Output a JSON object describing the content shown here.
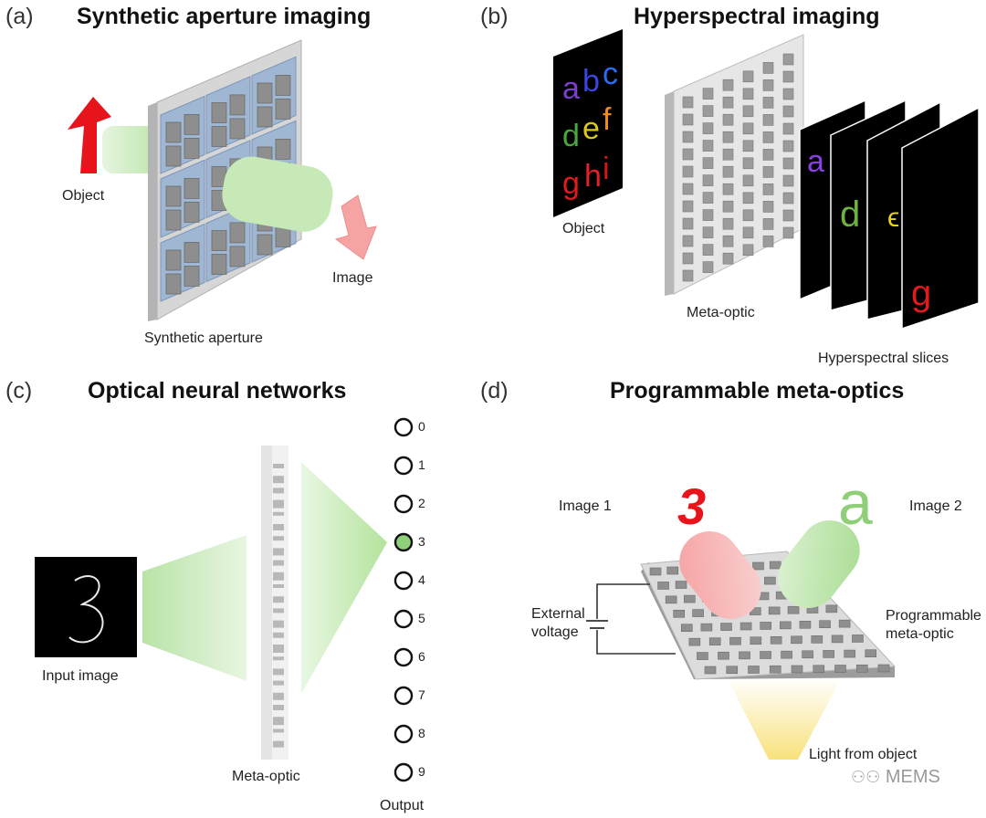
{
  "panels": {
    "a": {
      "tag": "(a)",
      "title": "Synthetic aperture imaging",
      "object_label": "Object",
      "image_label": "Image",
      "aperture_label": "Synthetic aperture"
    },
    "b": {
      "tag": "(b)",
      "title": "Hyperspectral imaging",
      "object_label": "Object",
      "metaoptic_label": "Meta-optic",
      "slices_label": "Hyperspectral slices",
      "letters": [
        {
          "ch": "a",
          "color": "#7b3fd0"
        },
        {
          "ch": "b",
          "color": "#3a46e0"
        },
        {
          "ch": "c",
          "color": "#2a6cf0"
        },
        {
          "ch": "d",
          "color": "#49a83d"
        },
        {
          "ch": "e",
          "color": "#d8c81e"
        },
        {
          "ch": "f",
          "color": "#f08a1a"
        },
        {
          "ch": "g",
          "color": "#e01b1b"
        },
        {
          "ch": "h",
          "color": "#e3202c"
        },
        {
          "ch": "i",
          "color": "#d11717"
        }
      ],
      "slice_letters": [
        {
          "ch": "a",
          "color": "#8a3fe0"
        },
        {
          "ch": "d",
          "color": "#6cb33f"
        },
        {
          "ch": "ϵ",
          "color": "#e8d21e"
        },
        {
          "ch": "g",
          "color": "#e01b1b"
        }
      ]
    },
    "c": {
      "tag": "(c)",
      "title": "Optical neural networks",
      "input_label": "Input image",
      "input_digit": "3",
      "metaoptic_label": "Meta-optic",
      "output_label": "Output",
      "outputs": [
        "0",
        "1",
        "2",
        "3",
        "4",
        "5",
        "6",
        "7",
        "8",
        "9"
      ],
      "active_output": "3",
      "active_color": "#8fd07a"
    },
    "d": {
      "tag": "(d)",
      "title": "Programmable meta-optics",
      "image1_label": "Image 1",
      "image1_glyph": "3",
      "image2_label": "Image 2",
      "image2_glyph": "a",
      "voltage_label_line1": "External",
      "voltage_label_line2": "voltage",
      "device_label_line1": "Programmable",
      "device_label_line2": "meta-optic",
      "light_label": "Light from object"
    }
  },
  "watermark": "MEMS",
  "colors": {
    "red_beam": "#f08080",
    "green_beam": "#bfe6b0",
    "red_arrow": "#e8141b",
    "pink_arrow": "#f6a3a3",
    "light_yellow": "#fbe98a",
    "pillar": "#9b9b9b"
  }
}
